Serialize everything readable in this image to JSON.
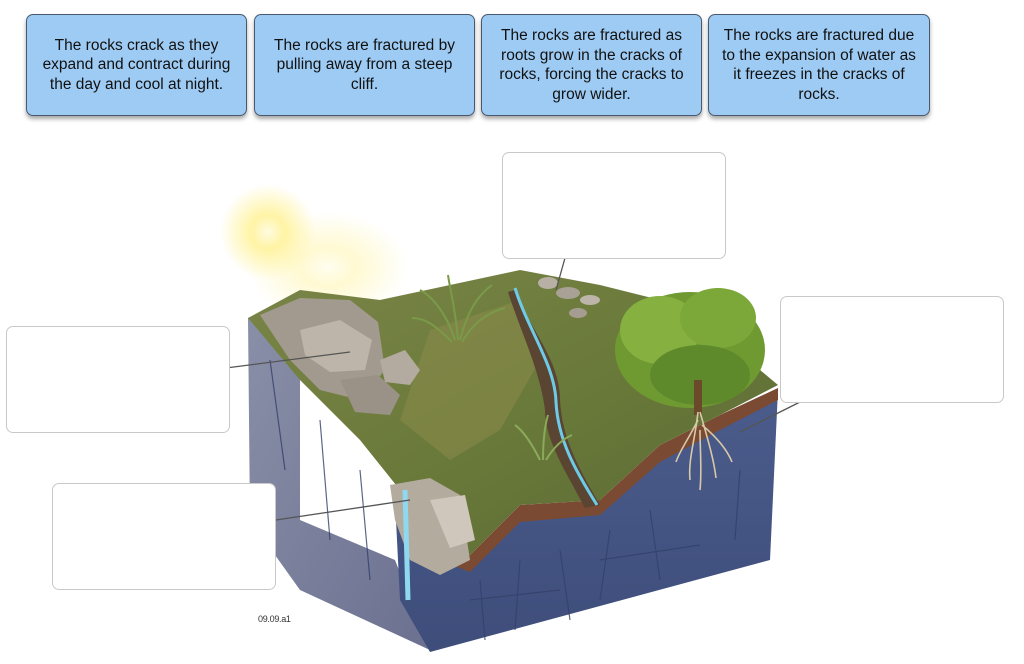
{
  "options": [
    {
      "text": "The rocks crack as they expand and contract during the day and cool at night."
    },
    {
      "text": "The rocks are fractured by pulling away from a steep cliff."
    },
    {
      "text": "The rocks are fractured as roots grow in the cracks of rocks, forcing the cracks to grow wider."
    },
    {
      "text": "The rocks are fractured due to the expansion of water as it freezes in the cracks of rocks."
    }
  ],
  "figure_caption": "09.09.a1",
  "colors": {
    "option_fill": "#9ecbf3",
    "option_border": "#4a5a6e",
    "bedrock": "#4a5a86",
    "grass": "#6f7d3e",
    "soil": "#7a4a33",
    "water": "#6ecbe8",
    "sun": "#fff6a0"
  }
}
